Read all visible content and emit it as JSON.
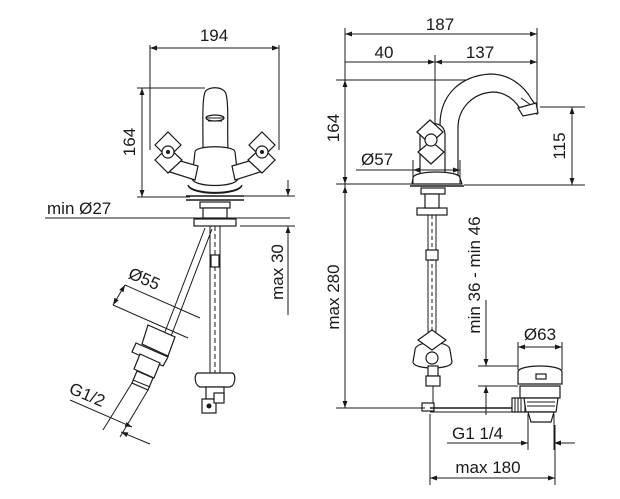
{
  "front_view": {
    "width_label": "194",
    "height_label": "164",
    "hole_diameter_label": "min Ø27",
    "thickness_label": "max 30",
    "flexible_hose_label": "Ø55",
    "connection_label": "G1/2"
  },
  "side_view": {
    "total_depth_label": "187",
    "handle_offset_label": "40",
    "spout_reach_label": "137",
    "height_label": "164",
    "spout_height_label": "115",
    "base_diameter_label": "Ø57",
    "rod_length_label": "max 280",
    "drain_range_label": "min 36 - min 46",
    "waste_diameter_label": "Ø63",
    "waste_thread_label": "G1 1/4",
    "rod_reach_label": "max 180"
  }
}
